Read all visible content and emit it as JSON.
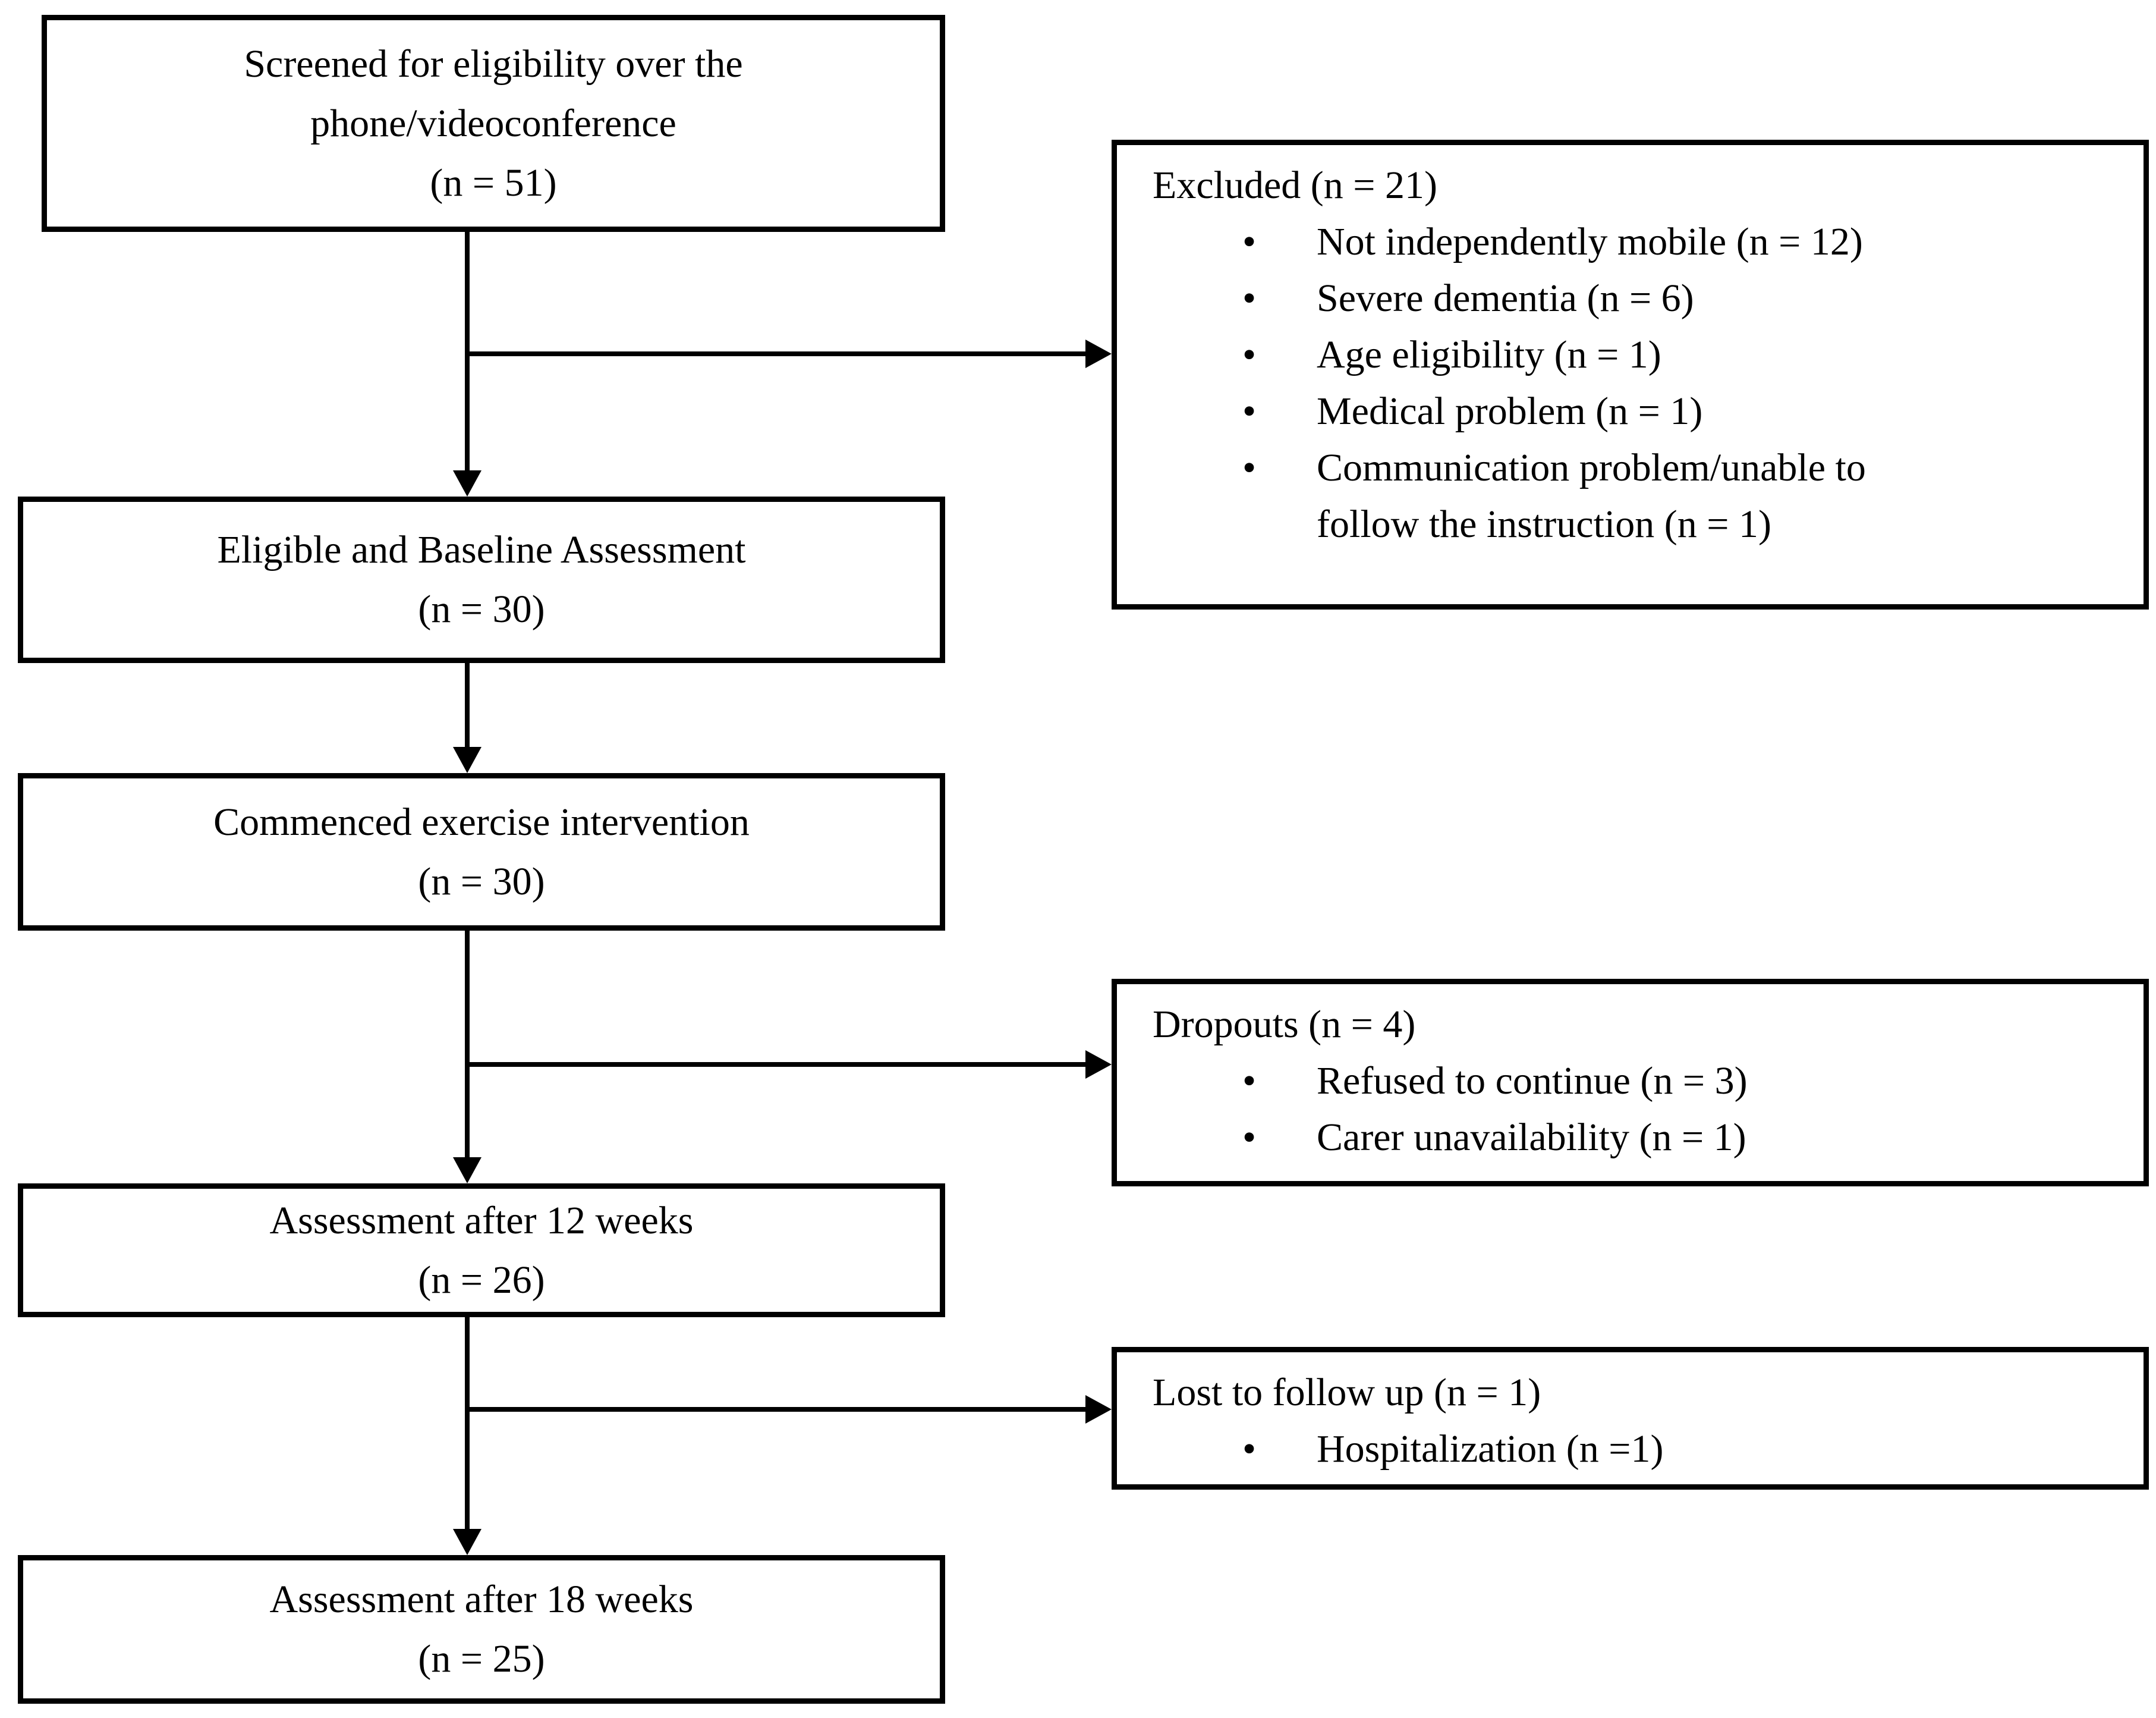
{
  "diagram": {
    "background": "#ffffff",
    "line_color": "#000000",
    "text_color": "#000000",
    "bullet_glyph": "•",
    "main_boxes": [
      {
        "lines": [
          "Screened for eligibility over the",
          "phone/videoconference",
          "(n = 51)"
        ]
      },
      {
        "lines": [
          "Eligible and Baseline Assessment",
          "(n = 30)"
        ]
      },
      {
        "lines": [
          "Commenced exercise intervention",
          "(n = 30)"
        ]
      },
      {
        "lines": [
          "Assessment after 12 weeks",
          "(n = 26)"
        ]
      },
      {
        "lines": [
          "Assessment after 18 weeks",
          "(n = 25)"
        ]
      }
    ],
    "side_boxes": [
      {
        "title": "Excluded (n = 21)",
        "items": [
          [
            "Not independently mobile (n = 12)"
          ],
          [
            "Severe dementia (n = 6)"
          ],
          [
            "Age eligibility (n = 1)"
          ],
          [
            "Medical problem (n = 1)"
          ],
          [
            "Communication problem/unable to",
            "follow the instruction (n = 1)"
          ]
        ]
      },
      {
        "title": "Dropouts (n = 4)",
        "items": [
          [
            "Refused to continue (n = 3)"
          ],
          [
            "Carer unavailability (n = 1)"
          ]
        ]
      },
      {
        "title": "Lost to follow up (n = 1)",
        "items": [
          [
            "Hospitalization (n =1)"
          ]
        ]
      }
    ]
  }
}
